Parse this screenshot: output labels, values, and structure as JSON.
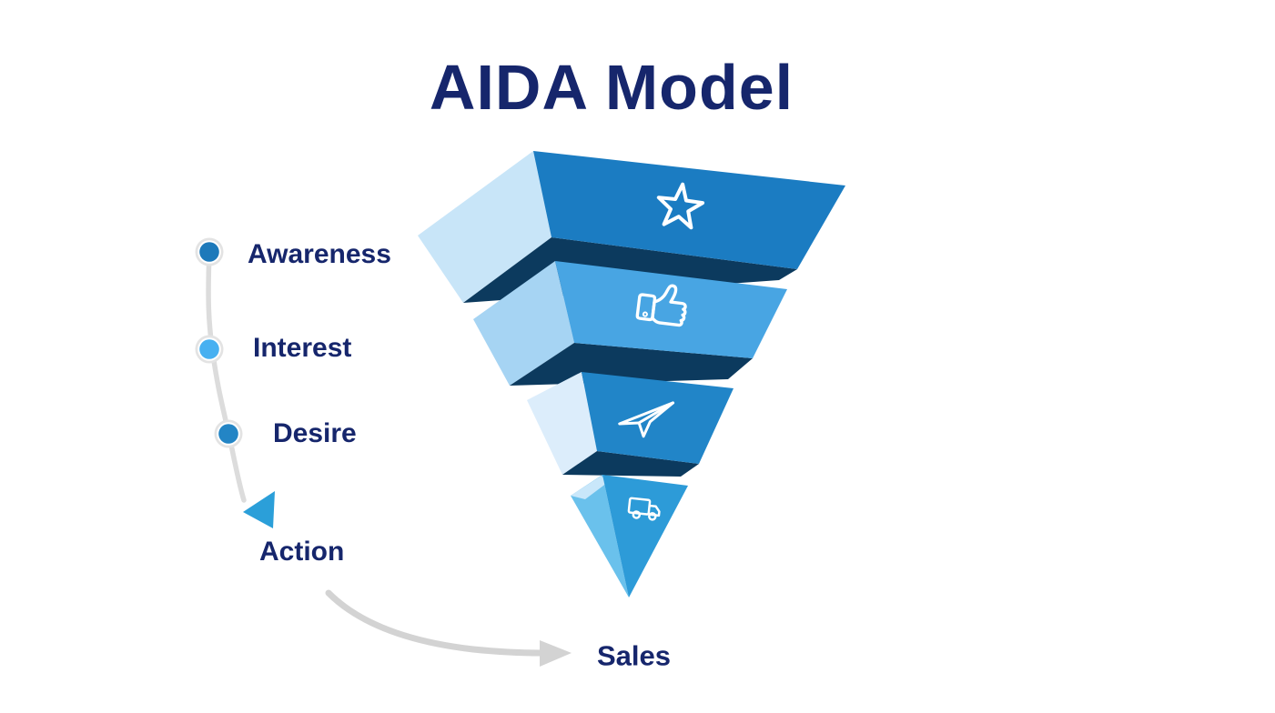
{
  "title": "AIDA Model",
  "colors": {
    "text_navy": "#16266c",
    "underside_navy": "#0c3a5e",
    "timeline_gray": "#dcdcdc",
    "dot_ring_gray": "#e3e3e3",
    "arrow_gray": "#d3d3d3",
    "icon_white": "#ffffff",
    "tier4_sliver": "#c9e7fa"
  },
  "stages": [
    {
      "label": "Awareness",
      "icon": "star-icon",
      "front_color": "#1b7cc2",
      "side_color": "#c8e5f8",
      "dot_color": "#1d79ba"
    },
    {
      "label": "Interest",
      "icon": "thumbs-up-icon",
      "front_color": "#48a5e3",
      "side_color": "#a6d4f3",
      "dot_color": "#47b0f1"
    },
    {
      "label": "Desire",
      "icon": "paper-plane-icon",
      "front_color": "#2185c8",
      "side_color": "#dcedfb",
      "dot_color": "#2385c5"
    },
    {
      "label": "Action",
      "icon": "truck-icon",
      "front_color": "#2d9bd8",
      "side_color": "#6ac1ec",
      "marker_color": "#2b9fd9"
    }
  ],
  "outcome": {
    "label": "Sales"
  }
}
